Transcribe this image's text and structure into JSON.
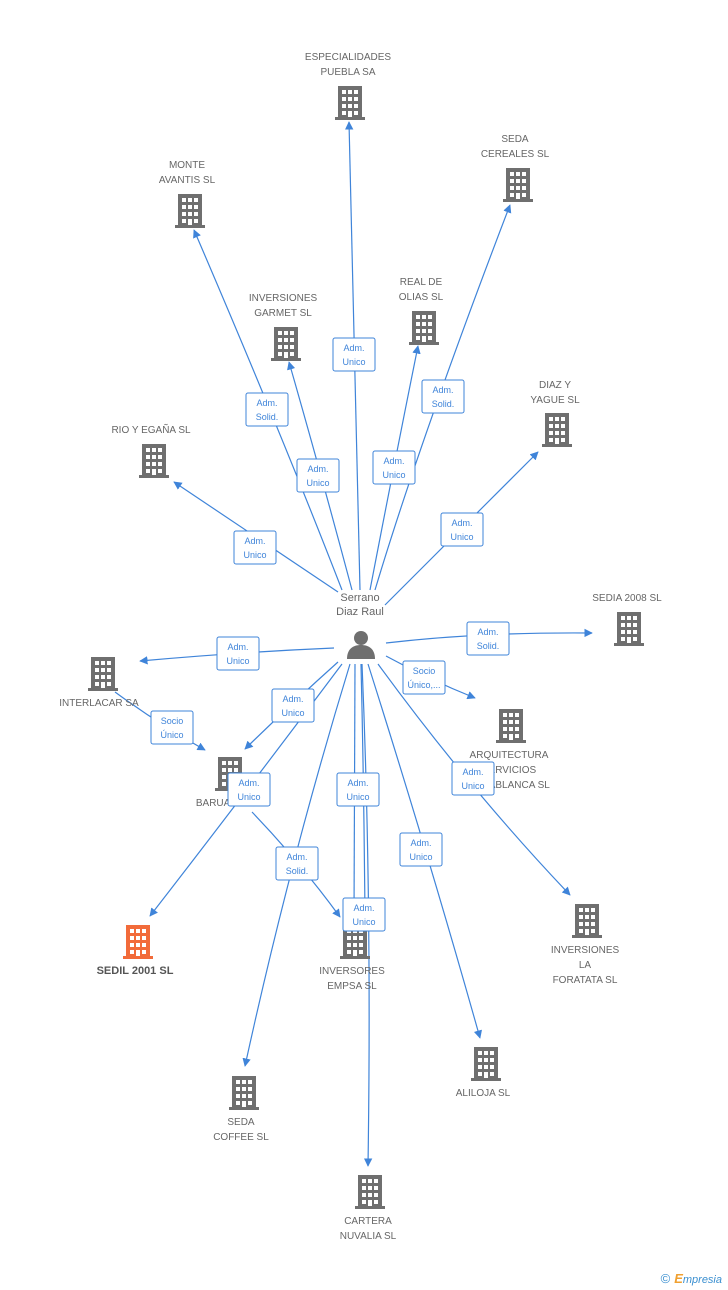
{
  "person": {
    "name_line1": "Serrano",
    "name_line2": "Diaz Raul"
  },
  "companies": [
    {
      "id": "especialidades",
      "lines": [
        "ESPECIALIDADES",
        "PUEBLA SA"
      ],
      "highlight": false
    },
    {
      "id": "seda_cereales",
      "lines": [
        "SEDA",
        "CEREALES SL"
      ],
      "highlight": false
    },
    {
      "id": "monte_avantis",
      "lines": [
        "MONTE",
        "AVANTIS SL"
      ],
      "highlight": false
    },
    {
      "id": "real_olias",
      "lines": [
        "REAL DE",
        "OLIAS SL"
      ],
      "highlight": false
    },
    {
      "id": "inversiones_garmet",
      "lines": [
        "INVERSIONES",
        "GARMET  SL"
      ],
      "highlight": false
    },
    {
      "id": "diaz_yague",
      "lines": [
        "DIAZ Y",
        "YAGUE  SL"
      ],
      "highlight": false
    },
    {
      "id": "rio_egana",
      "lines": [
        "RIO Y EGAÑA SL"
      ],
      "highlight": false
    },
    {
      "id": "sedia_2008",
      "lines": [
        "SEDIA 2008 SL"
      ],
      "highlight": false
    },
    {
      "id": "interlacar",
      "lines": [
        "INTERLACAR SA"
      ],
      "highlight": false
    },
    {
      "id": "arquitectura",
      "lines": [
        "ARQUITECTURA",
        "SERVICIOS",
        "CASABLANCA SL"
      ],
      "highlight": false
    },
    {
      "id": "baruasa",
      "lines": [
        "BARUASA SL"
      ],
      "highlight": false
    },
    {
      "id": "sedil_2001",
      "lines": [
        "SEDIL 2001 SL"
      ],
      "highlight": true
    },
    {
      "id": "inversores_empsa",
      "lines": [
        "INVERSORES",
        "EMPSA SL"
      ],
      "highlight": false
    },
    {
      "id": "inversiones_foratata",
      "lines": [
        "INVERSIONES",
        "LA",
        "FORATATA SL"
      ],
      "highlight": false
    },
    {
      "id": "aliloja",
      "lines": [
        "ALILOJA SL"
      ],
      "highlight": false
    },
    {
      "id": "seda_coffee",
      "lines": [
        "SEDA",
        "COFFEE SL"
      ],
      "highlight": false
    },
    {
      "id": "cartera_nuvalia",
      "lines": [
        "CARTERA",
        "NUVALIA SL"
      ],
      "highlight": false
    }
  ],
  "relations": [
    {
      "target": "especialidades",
      "lines": [
        "Adm.",
        "Unico"
      ]
    },
    {
      "target": "seda_cereales",
      "lines": [
        "Adm.",
        "Solid."
      ]
    },
    {
      "target": "monte_avantis",
      "lines": [
        "Adm.",
        "Solid."
      ]
    },
    {
      "target": "real_olias",
      "lines": [
        "Adm.",
        "Unico"
      ]
    },
    {
      "target": "inversiones_garmet",
      "lines": [
        "Adm.",
        "Unico"
      ]
    },
    {
      "target": "diaz_yague",
      "lines": [
        "Adm.",
        "Unico"
      ]
    },
    {
      "target": "rio_egana",
      "lines": [
        "Adm.",
        "Unico"
      ]
    },
    {
      "target": "sedia_2008",
      "lines": [
        "Adm.",
        "Solid."
      ]
    },
    {
      "target": "interlacar",
      "lines": [
        "Adm.",
        "Unico"
      ]
    },
    {
      "target": "interlacar_baruasa",
      "lines": [
        "Socio",
        "Único"
      ]
    },
    {
      "target": "arquitectura",
      "lines": [
        "Socio",
        "Único,..."
      ]
    },
    {
      "target": "baruasa",
      "lines": [
        "Adm.",
        "Unico"
      ]
    },
    {
      "target": "sedil_2001",
      "lines": [
        "Adm.",
        "Unico"
      ]
    },
    {
      "target": "inversores_empsa_solid",
      "lines": [
        "Adm.",
        "Solid."
      ]
    },
    {
      "target": "inversores_empsa_unico",
      "lines": [
        "Adm.",
        "Unico"
      ]
    },
    {
      "target": "inversores_empsa_top",
      "lines": [
        "Adm.",
        "Unico"
      ]
    },
    {
      "target": "inversiones_foratata",
      "lines": [
        "Adm.",
        "Unico"
      ]
    },
    {
      "target": "aliloja",
      "lines": [
        "Adm.",
        "Unico"
      ]
    }
  ],
  "footer": {
    "copyright": "©",
    "brand_first": "E",
    "brand_rest": "mpresia"
  },
  "colors": {
    "edge": "#3f84d9",
    "building": "#6f6f6f",
    "highlight_building": "#f26b3a",
    "person": "#6f6f6f"
  }
}
